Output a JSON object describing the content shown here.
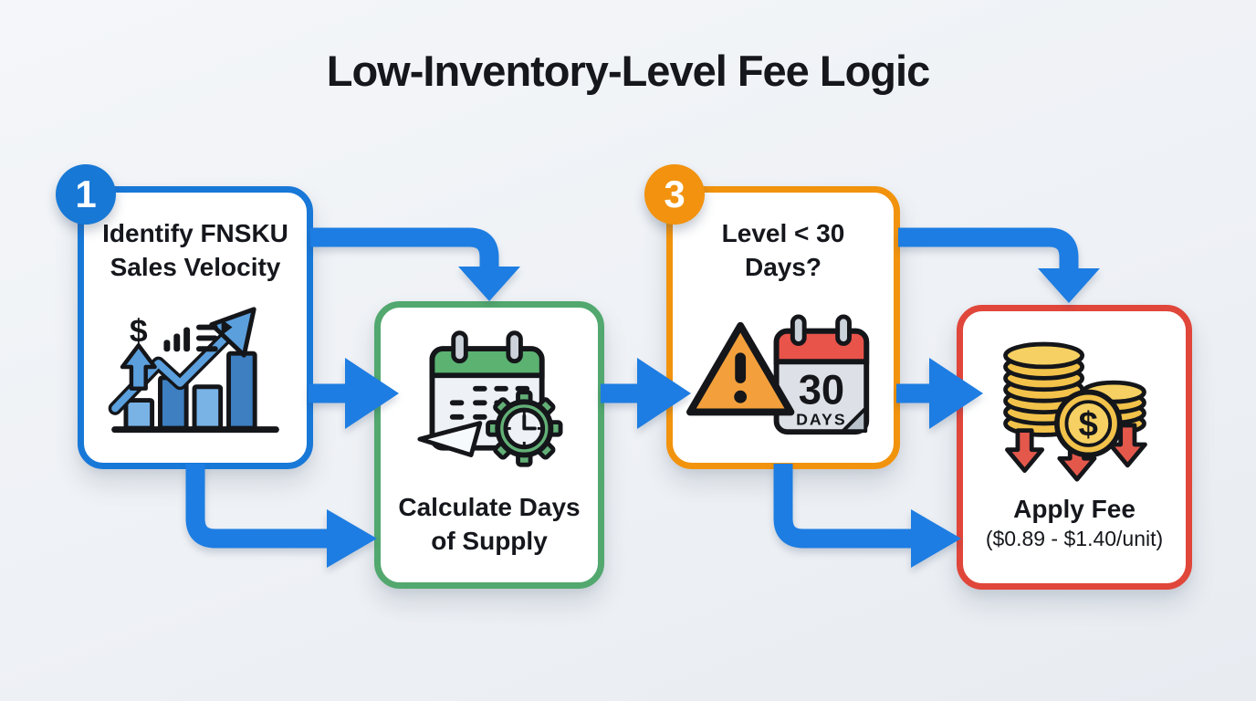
{
  "title": "Low-Inventory-Level Fee Logic",
  "steps": [
    {
      "badge": "1",
      "line1": "Identify FNSKU",
      "line2": "Sales Velocity",
      "icon": "sales-growth-chart-icon"
    },
    {
      "badge": "",
      "line1": "Calculate Days",
      "line2": "of Supply",
      "icon": "calendar-clock-icon"
    },
    {
      "badge": "3",
      "line1": "Level < 30",
      "line2": "Days?",
      "icon": "warning-30-days-calendar-icon"
    },
    {
      "badge": "",
      "line1": "Apply Fee",
      "line2": "($0.89 - $1.40/unit)",
      "icon": "coins-fee-down-arrows-icon"
    }
  ],
  "icon_labels": {
    "dollar": "$",
    "days_number": "30",
    "days_word": "DAYS"
  },
  "colors": {
    "bg_top": "#f4f6f9",
    "bg_bottom": "#e8ecf1",
    "title": "#15171c",
    "text": "#15171c",
    "box_bg": "#ffffff",
    "arrow_blue": "#1d7de2",
    "step1_border": "#1878d8",
    "step2_border": "#52a86e",
    "step3_border": "#f2930d",
    "step4_border": "#e0463a",
    "badge1_bg": "#1778d6",
    "badge3_bg": "#f2920e",
    "bar_light": "#79b3e6",
    "bar_dark": "#3d7fc1",
    "chart_arrow_blue": "#5b9fdd",
    "calendar_green": "#5bb271",
    "gear_green": "#63b077",
    "calendar_body": "#eef2f6",
    "ring_gray": "#ccd2da",
    "warning_orange": "#f3a03c",
    "calendar_red": "#e8544a",
    "panel_gray": "#dde1e7",
    "fold_gray": "#b9c1ca",
    "coin_gold": "#f2c24a",
    "coin_gold_light": "#f6d062",
    "down_arrow_red": "#e4584c"
  }
}
